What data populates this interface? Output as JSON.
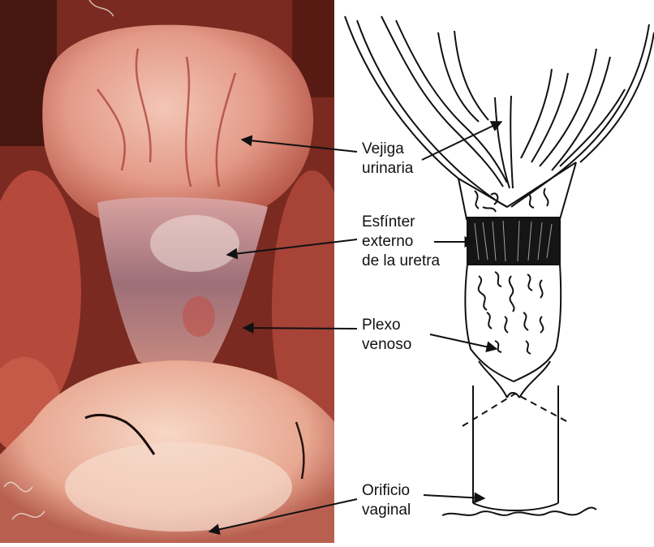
{
  "labels": {
    "bladder": [
      "Vejiga",
      "urinaria"
    ],
    "sphincter": [
      "Esfínter",
      "externo",
      "de la uretra"
    ],
    "plexus": [
      "Plexo",
      "venoso"
    ],
    "orifice": [
      "Orificio",
      "vaginal"
    ]
  },
  "colors": {
    "ink": "#111111",
    "photo_tissue": "#d98a7a",
    "photo_dark": "#4a1a14",
    "sphincter_band": "#151515"
  }
}
